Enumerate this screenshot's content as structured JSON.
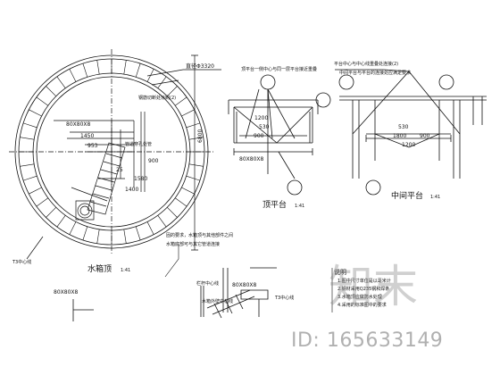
{
  "drawing": {
    "tank_top": {
      "title": "水箱顶",
      "scale": "1:41",
      "dims": {
        "radius": "直径Φ3320",
        "section_a": "80X80X8",
        "d1450": "1450",
        "d953": "953",
        "d1580": "1580",
        "d1400": "1400",
        "d6800": "6800",
        "d900": "900",
        "d25": "25"
      },
      "note_cut": "钢筋切断处涂刷(2)",
      "note_hole": "管道穿孔处管",
      "note_line": "T3中心线"
    },
    "top_platform": {
      "title": "顶平台",
      "scale": "1:41",
      "dims": {
        "d1200": "1200",
        "d530": "530",
        "d900": "900",
        "section_a": "80X80X8"
      },
      "note": "顶平台一侧中心与同一层平台接近重叠"
    },
    "mid_platform": {
      "title": "中间平台",
      "scale": "1:41",
      "dims": {
        "d530": "530",
        "d1800": "1800",
        "d900": "900",
        "d1200": "1200"
      },
      "note": "平台中心与中心线重叠处连接(2)",
      "note2": "中间平台与平台的连接处应满足要求"
    },
    "note_block": {
      "line1": "固的要求，水箱顶与其他部件之间",
      "line2": "水箱底部可与其它管道连接"
    },
    "bottom_detail": {
      "section_a": "80X80X8",
      "section_b": "80X80X8",
      "label_top": "栏杆中心线",
      "label_mid": "水箱外壁中心线",
      "label_right": "T3中心线"
    },
    "legend": {
      "title": "说明",
      "line1": "1.图中尺寸单位是以毫米计",
      "line2": "2.钢材采用Q235钢和焊条",
      "line3": "3.水箱顶应做防水处理",
      "line4": "4.采用的标准图中的要求"
    },
    "watermark": {
      "logo": "知末",
      "id": "ID: 165633149"
    }
  }
}
